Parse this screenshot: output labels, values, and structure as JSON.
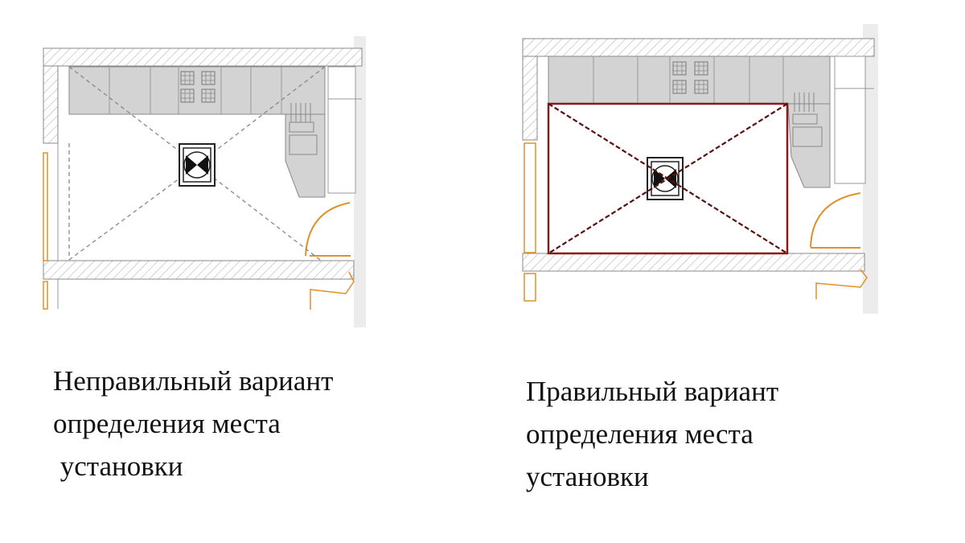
{
  "captions": {
    "left": {
      "line1": "Неправильный вариант",
      "line2": "определения места",
      "line3": " установки",
      "status": "incorrect"
    },
    "right": {
      "line1": "Правильный вариант",
      "line2": "определения места",
      "line3": "установки",
      "status": "correct"
    }
  },
  "colors": {
    "wall_hatch": "#b0b0b0",
    "cabinet": "#d3d3d3",
    "door": "#e0902a",
    "incorrect_lines": "#888888",
    "correct_lines": "#8b1a1a"
  },
  "icons": [
    "kitchen-hood-icon",
    "stove-burners-icon",
    "sink-icon"
  ]
}
